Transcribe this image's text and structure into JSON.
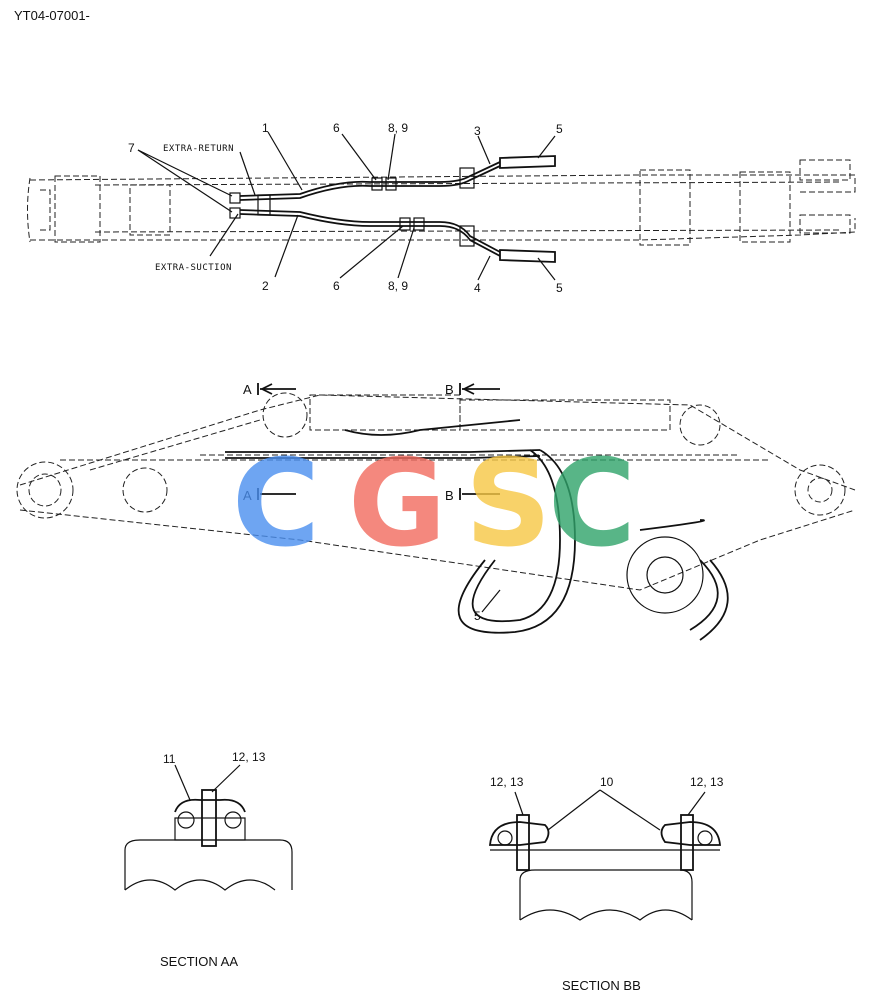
{
  "header": {
    "doc_code": "YT04-07001-"
  },
  "top_view": {
    "labels": {
      "p1": "1",
      "p2": "2",
      "p3": "3",
      "p4": "4",
      "p5a": "5",
      "p5b": "5",
      "p6a": "6",
      "p6b": "6",
      "p7": "7",
      "p89a": "8, 9",
      "p89b": "8, 9",
      "extra_return": "EXTRA-RETURN",
      "extra_suction": "EXTRA-SUCTION"
    }
  },
  "side_view": {
    "labels": {
      "a_top": "A",
      "b_top": "B",
      "a_mid": "A",
      "b_mid": "B",
      "p5": "5"
    }
  },
  "section_aa": {
    "title": "SECTION AA",
    "labels": {
      "p11": "11",
      "p1213": "12, 13"
    }
  },
  "section_bb": {
    "title": "SECTION BB",
    "labels": {
      "p10": "10",
      "p1213_left": "12, 13",
      "p1213_right": "12, 13"
    }
  },
  "watermark": {
    "letters": [
      "C",
      "G",
      "S",
      "C"
    ],
    "colors": [
      "#4a8ff0",
      "#f26b5e",
      "#f7c744",
      "#2fa36a"
    ]
  }
}
